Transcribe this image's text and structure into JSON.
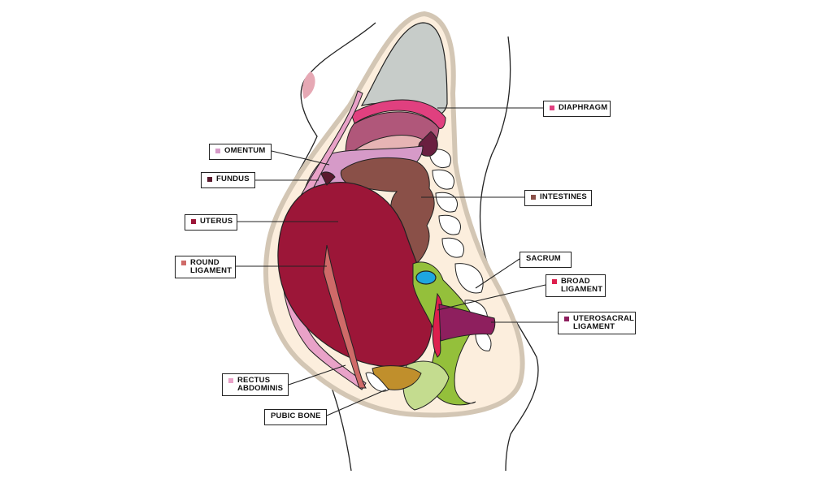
{
  "labels": [
    {
      "id": "diaphragm",
      "text": "DIAPHRAGM",
      "color": "#e0407f"
    },
    {
      "id": "omentum",
      "text": "OMENTUM",
      "color": "#d69ac8"
    },
    {
      "id": "fundus",
      "text": "FUNDUS",
      "color": "#5a1a2e"
    },
    {
      "id": "intestines",
      "text": "INTESTINES",
      "color": "#8a5048"
    },
    {
      "id": "uterus",
      "text": "UTERUS",
      "color": "#9c1638"
    },
    {
      "id": "sacrum",
      "text": "SACRUM",
      "color": ""
    },
    {
      "id": "round-ligament",
      "text": "ROUND\nLIGAMENT",
      "color": "#cf6a68"
    },
    {
      "id": "broad-ligament",
      "text": "BROAD\nLIGAMENT",
      "color": "#dd1f4d"
    },
    {
      "id": "uterosacral-ligament",
      "text": "UTEROSACRAL\nLIGAMENT",
      "color": "#8e1f5e"
    },
    {
      "id": "rectus-abdominis",
      "text": "RECTUS\nABDOMINIS",
      "color": "#e9a2c8"
    },
    {
      "id": "pubic-bone",
      "text": "PUBIC BONE",
      "color": ""
    }
  ]
}
